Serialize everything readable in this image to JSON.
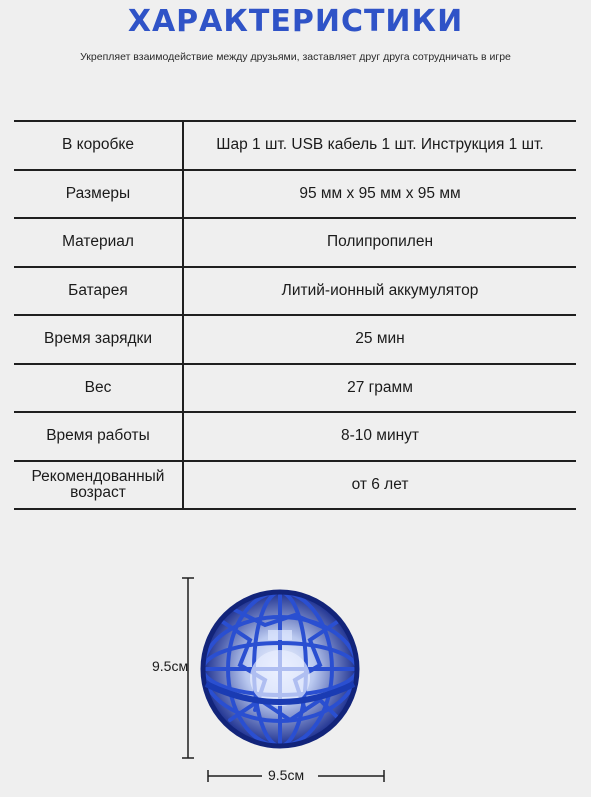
{
  "header": {
    "title": "ХАРАКТЕРИСТИКИ",
    "subtitle": "Укрепляет взаимодействие между друзьями, заставляет друг друга сотрудничать в игре"
  },
  "specs": [
    {
      "key": "В коробке",
      "value": "Шар 1 шт. USB кабель 1 шт. Инструкция 1 шт."
    },
    {
      "key": "Размеры",
      "value": "95 мм х 95 мм х 95 мм"
    },
    {
      "key": "Материал",
      "value": "Полипропилен"
    },
    {
      "key": "Батарея",
      "value": "Литий-ионный аккумулятор"
    },
    {
      "key": "Время зарядки",
      "value": "25 мин"
    },
    {
      "key": "Вес",
      "value": "27 грамм"
    },
    {
      "key": "Время работы",
      "value": "8-10 минут"
    },
    {
      "key": "Рекомендованный возраст",
      "value": "от 6 лет"
    }
  ],
  "figure": {
    "height_label": "9.5см",
    "width_label": "9.5см",
    "ball_color": "#2a4fd1",
    "ball_dark": "#12247a",
    "light_color": "#dfe8ff"
  },
  "colors": {
    "title": "#2f53c7",
    "background": "#efefef",
    "lines": "#1f1f1f"
  }
}
